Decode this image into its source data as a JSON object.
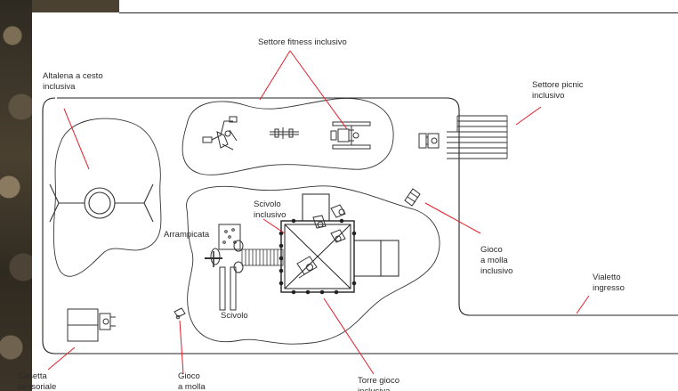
{
  "labels": {
    "fitness": "Settore fitness inclusivo",
    "altalena_1": "Altalena a cesto",
    "altalena_2": "inclusiva",
    "picnic_1": "Settore picnic",
    "picnic_2": "inclusivo",
    "scivolo_inclusivo_1": "Scivolo",
    "scivolo_inclusivo_2": "inclusivo",
    "arrampicata": "Arrampicata",
    "gioco_molla_incl_1": "Gioco",
    "gioco_molla_incl_2": "a molla",
    "gioco_molla_incl_3": "inclusivo",
    "vialetto_1": "Vialetto",
    "vialetto_2": "ingresso",
    "scivolo": "Scivolo",
    "casetta_1": "Casetta",
    "casetta_2": "sensoriale",
    "gioco_molla_1": "Gioco",
    "gioco_molla_2": "a molla",
    "torre_1": "Torre gioco",
    "torre_2": "inclusiva"
  },
  "colors": {
    "line": "#222222",
    "leader": "#e0202a",
    "paper": "#ffffff"
  }
}
